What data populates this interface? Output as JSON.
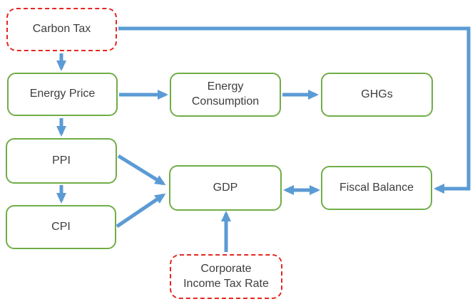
{
  "diagram": {
    "colors": {
      "arrow_blue": "#5b9bd5",
      "variable_border_green": "#70ad47",
      "policy_border_red": "#e52620",
      "text": "#3d3d3d",
      "background": "#ffffff"
    },
    "nodes": [
      {
        "id": "carbon-tax",
        "label": "Carbon Tax",
        "style": "dashed-red"
      },
      {
        "id": "energy-price",
        "label": "Energy Price",
        "style": "solid-green"
      },
      {
        "id": "energy-consumption",
        "label": "Energy\nConsumption",
        "style": "solid-green"
      },
      {
        "id": "ghgs",
        "label": "GHGs",
        "style": "solid-green"
      },
      {
        "id": "ppi",
        "label": "PPI",
        "style": "solid-green"
      },
      {
        "id": "cpi",
        "label": "CPI",
        "style": "solid-green"
      },
      {
        "id": "gdp",
        "label": "GDP",
        "style": "solid-green"
      },
      {
        "id": "fiscal-balance",
        "label": "Fiscal Balance",
        "style": "solid-green"
      },
      {
        "id": "corporate-income-tax-rate",
        "label": "Corporate\nIncome Tax Rate",
        "style": "dashed-red"
      }
    ],
    "edges": [
      {
        "from": "Carbon Tax",
        "to": "Energy Price",
        "type": "arrow"
      },
      {
        "from": "Carbon Tax",
        "to": "Fiscal Balance",
        "type": "arrow",
        "route": "elbow-top-right"
      },
      {
        "from": "Energy Price",
        "to": "Energy Consumption",
        "type": "arrow"
      },
      {
        "from": "Energy Consumption",
        "to": "GHGs",
        "type": "arrow"
      },
      {
        "from": "Energy Price",
        "to": "PPI",
        "type": "arrow"
      },
      {
        "from": "PPI",
        "to": "CPI",
        "type": "arrow"
      },
      {
        "from": "PPI",
        "to": "GDP",
        "type": "arrow"
      },
      {
        "from": "CPI",
        "to": "GDP",
        "type": "arrow"
      },
      {
        "from": "GDP",
        "to": "Fiscal Balance",
        "type": "double-arrow"
      },
      {
        "from": "Corporate Income Tax Rate",
        "to": "GDP",
        "type": "arrow"
      }
    ]
  }
}
